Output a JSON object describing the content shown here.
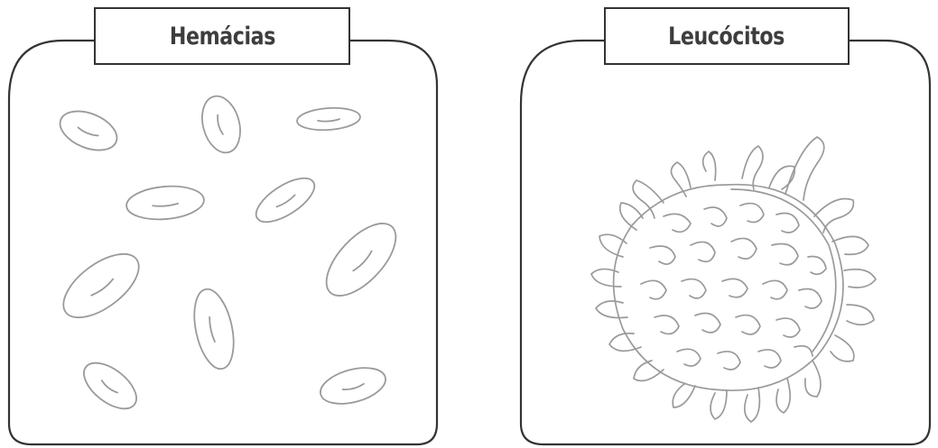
{
  "panels": [
    {
      "id": "hemacias",
      "title": "Hemácias"
    },
    {
      "id": "leucocitos",
      "title": "Leucócitos"
    }
  ],
  "colors": {
    "stroke": "#333333",
    "cell_stroke": "#9a9a9a",
    "title_text": "#3d3d3d"
  },
  "icons": [
    "red-blood-cell-icon",
    "white-blood-cell-icon"
  ]
}
